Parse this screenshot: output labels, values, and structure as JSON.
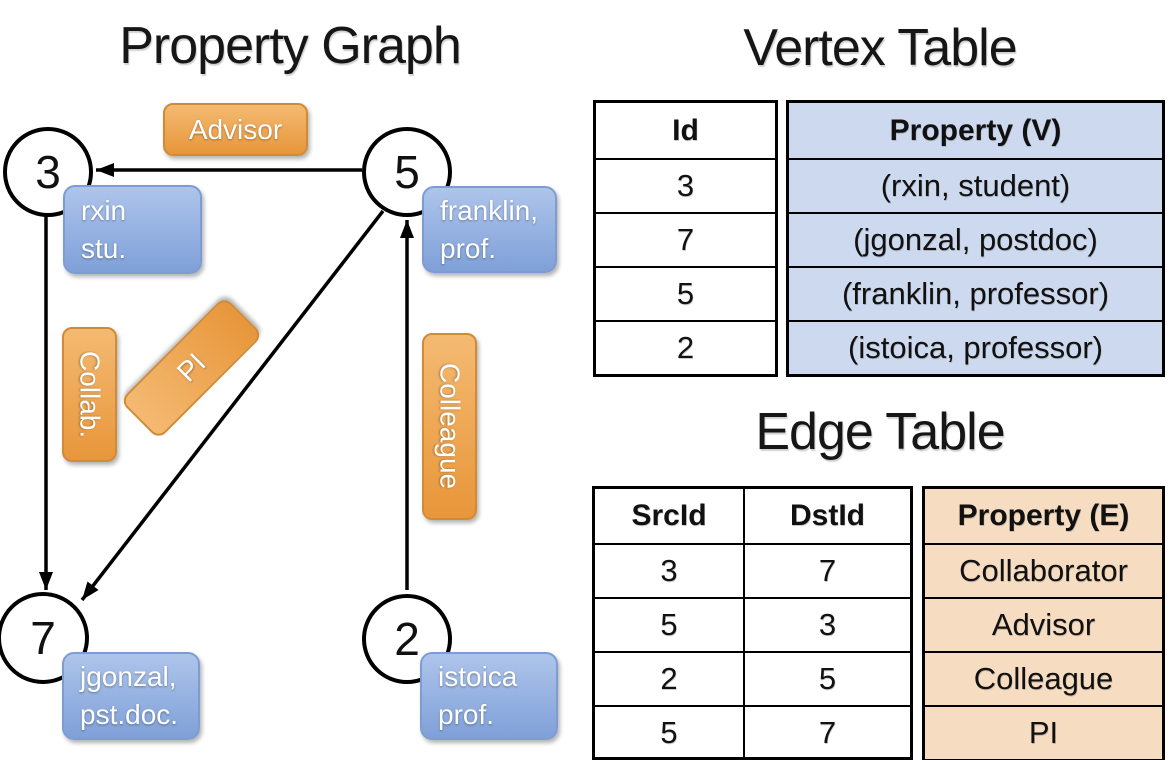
{
  "slide": {
    "graph_title": "Property Graph",
    "vertex_table_title": "Vertex Table",
    "edge_table_title": "Edge Table"
  },
  "graph": {
    "nodes": [
      {
        "id": "3",
        "prop_line1": "rxin",
        "prop_line2": "stu."
      },
      {
        "id": "5",
        "prop_line1": "franklin,",
        "prop_line2": "prof."
      },
      {
        "id": "7",
        "prop_line1": "jgonzal,",
        "prop_line2": "pst.doc."
      },
      {
        "id": "2",
        "prop_line1": "istoica",
        "prop_line2": "prof."
      }
    ],
    "edge_labels": {
      "advisor": "Advisor",
      "collab": "Collab.",
      "pi": "PI",
      "colleague": "Colleague"
    }
  },
  "vertex_table": {
    "headers": {
      "id": "Id",
      "property": "Property (V)"
    },
    "rows": [
      {
        "id": "3",
        "property": "(rxin, student)"
      },
      {
        "id": "7",
        "property": "(jgonzal, postdoc)"
      },
      {
        "id": "5",
        "property": "(franklin, professor)"
      },
      {
        "id": "2",
        "property": "(istoica, professor)"
      }
    ]
  },
  "edge_table": {
    "headers": {
      "src": "SrcId",
      "dst": "DstId",
      "property": "Property (E)"
    },
    "rows": [
      {
        "src": "3",
        "dst": "7",
        "property": "Collaborator"
      },
      {
        "src": "5",
        "dst": "3",
        "property": "Advisor"
      },
      {
        "src": "2",
        "dst": "5",
        "property": "Colleague"
      },
      {
        "src": "5",
        "dst": "7",
        "property": "PI"
      }
    ]
  },
  "colors": {
    "edge_label_fill": "#eda14b",
    "vertex_label_fill": "#8fa9dd",
    "vertex_property_cell_fill": "#cdd9ee",
    "edge_property_cell_fill": "#f6dcc0",
    "line_color": "#000000"
  }
}
